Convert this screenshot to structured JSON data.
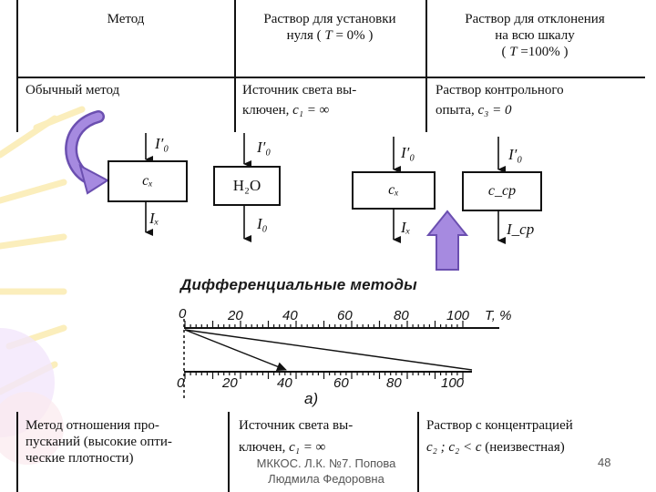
{
  "table_top": {
    "header": {
      "method": "Метод",
      "zero_line1": "Раствор для установки",
      "zero_line2": "нуля (",
      "zero_T": "T",
      "zero_val": "= 0% )",
      "full_line1": "Раствор для отклонения",
      "full_line2": "на всю шкалу",
      "full_line3_open": "(",
      "full_T": "T",
      "full_val": "=100% )"
    },
    "row1": {
      "method": "Обычный метод",
      "zero_line1": "Источник света вы-",
      "zero_line2": "ключен,",
      "zero_c": "c₁ = ∞",
      "full_line1": "Раствор контрольного",
      "full_line2": "опыта,",
      "full_c": "c₃ = 0"
    }
  },
  "diagram": {
    "cells": [
      {
        "in": "I′₀",
        "box": "cₓ",
        "out": "Iₓ"
      },
      {
        "in": "I′₀",
        "box": "H₂O",
        "out": "I₀"
      },
      {
        "in": "I′₀",
        "box": "cₓ",
        "out": "Iₓ"
      },
      {
        "in": "I′₀",
        "box": "c_ср",
        "out": "I_ср"
      }
    ]
  },
  "section_title": "Дифференциальные методы",
  "scale": {
    "top_ticks": [
      "0",
      "20",
      "40",
      "60",
      "80",
      "100"
    ],
    "top_unit": "T, %",
    "bottom_ticks": [
      "0",
      "20",
      "40",
      "60",
      "80",
      "100"
    ],
    "caption": "а)"
  },
  "table_bottom": {
    "method_line1": "Метод отношения про-",
    "method_line2": "пусканий (высокие опти-",
    "method_line3": "ческие плотности)",
    "zero_line1": "Источник света вы-",
    "zero_line2": "ключен,",
    "zero_c": "c₁ = ∞",
    "full_line1": "Раствор с концентрацией",
    "full_c": "c₂ ;",
    "full_cond": "c₂ < c",
    "full_note": "(неизвестная)"
  },
  "footer": {
    "author_line1": "МККОС. Л.К. №7. Попова",
    "author_line2": "Людмила Федоровна",
    "page": "48"
  },
  "colors": {
    "arrow_fill": "#9a7fd6",
    "arrow_stroke": "#6b4fb0",
    "ray": "#fdf3c4",
    "ink": "#111111"
  }
}
